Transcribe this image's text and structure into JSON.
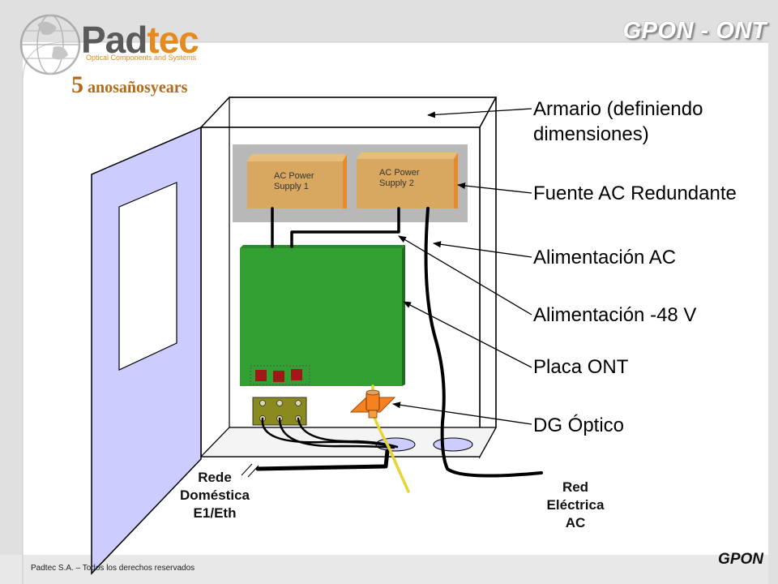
{
  "slide": {
    "title": "GPON - ONT",
    "footer_left": "Padtec S.A. – Todos los derechos reservados",
    "footer_right": "GPON"
  },
  "logo": {
    "name_part1": "Pad",
    "name_part2": "tec",
    "tagline": "Optical Components and Systems",
    "years_number": "5",
    "years_text": " anosañosyears"
  },
  "cabinet": {
    "psu1_label_line1": "AC Power",
    "psu1_label_line2": "Supply 1",
    "psu2_label_line1": "AC Power",
    "psu2_label_line2": "Supply 2"
  },
  "callouts": {
    "armario_line1": "Armario (definiendo",
    "armario_line2": "dimensiones)",
    "fuente": "Fuente AC Redundante",
    "alimentacion_ac": "Alimentación AC",
    "alimentacion_48v": "Alimentación -48 V",
    "placa_ont": "Placa ONT",
    "dg_optico": "DG Óptico"
  },
  "bottom_labels": {
    "rede_line1": "Rede",
    "rede_line2": "Doméstica",
    "rede_line3": "E1/Eth",
    "red_line1": "Red",
    "red_line2": "Eléctrica",
    "red_line3": "AC"
  },
  "colors": {
    "background": "#ffffff",
    "header_band": "#e0e0e0",
    "door": "#ccccff",
    "ont_board": "#33a033",
    "psu": "#d8a860",
    "psu_shelf": "#b8b8b8",
    "logo_orange": "#e58a1e",
    "dg_optico": "#f5821f"
  }
}
